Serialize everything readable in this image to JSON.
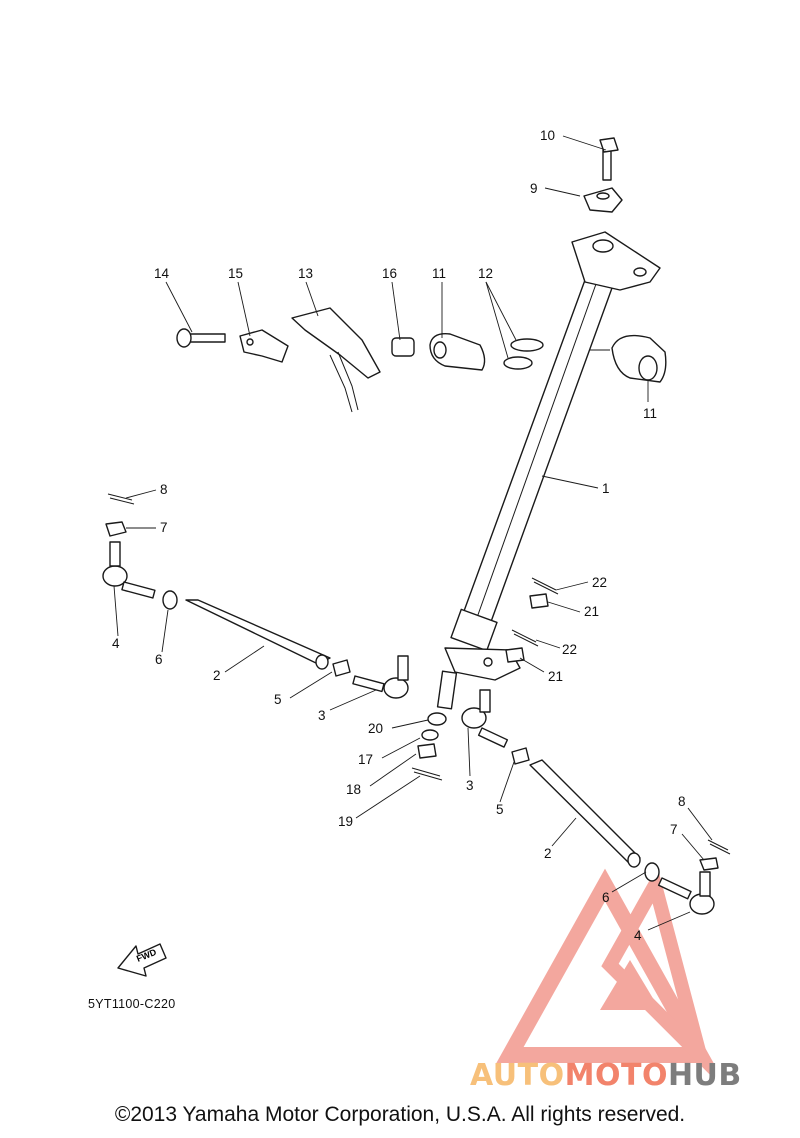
{
  "diagram": {
    "part_code": "5YT1100-C220",
    "fwd_label": "FWD",
    "copyright": "©2013 Yamaha Motor Corporation, U.S.A. All rights reserved.",
    "labels": {
      "p1": "1",
      "p2a": "2",
      "p2b": "2",
      "p3a": "3",
      "p3b": "3",
      "p4a": "4",
      "p4b": "4",
      "p5a": "5",
      "p5b": "5",
      "p6a": "6",
      "p6b": "6",
      "p7a": "7",
      "p7b": "7",
      "p8a": "8",
      "p8b": "8",
      "p9": "9",
      "p10": "10",
      "p11a": "11",
      "p11b": "11",
      "p12": "12",
      "p13": "13",
      "p14": "14",
      "p15": "15",
      "p16": "16",
      "p17": "17",
      "p18": "18",
      "p19": "19",
      "p20": "20",
      "p21a": "21",
      "p21b": "21",
      "p22a": "22",
      "p22b": "22"
    }
  },
  "watermark": {
    "part1": "AUTO",
    "part2": "MOTO",
    "part3": "HUB",
    "colors": {
      "part1": "#f7c07a",
      "part2": "#f2836b",
      "part3": "#7d7d7d",
      "logo": "#f08a7e"
    }
  }
}
